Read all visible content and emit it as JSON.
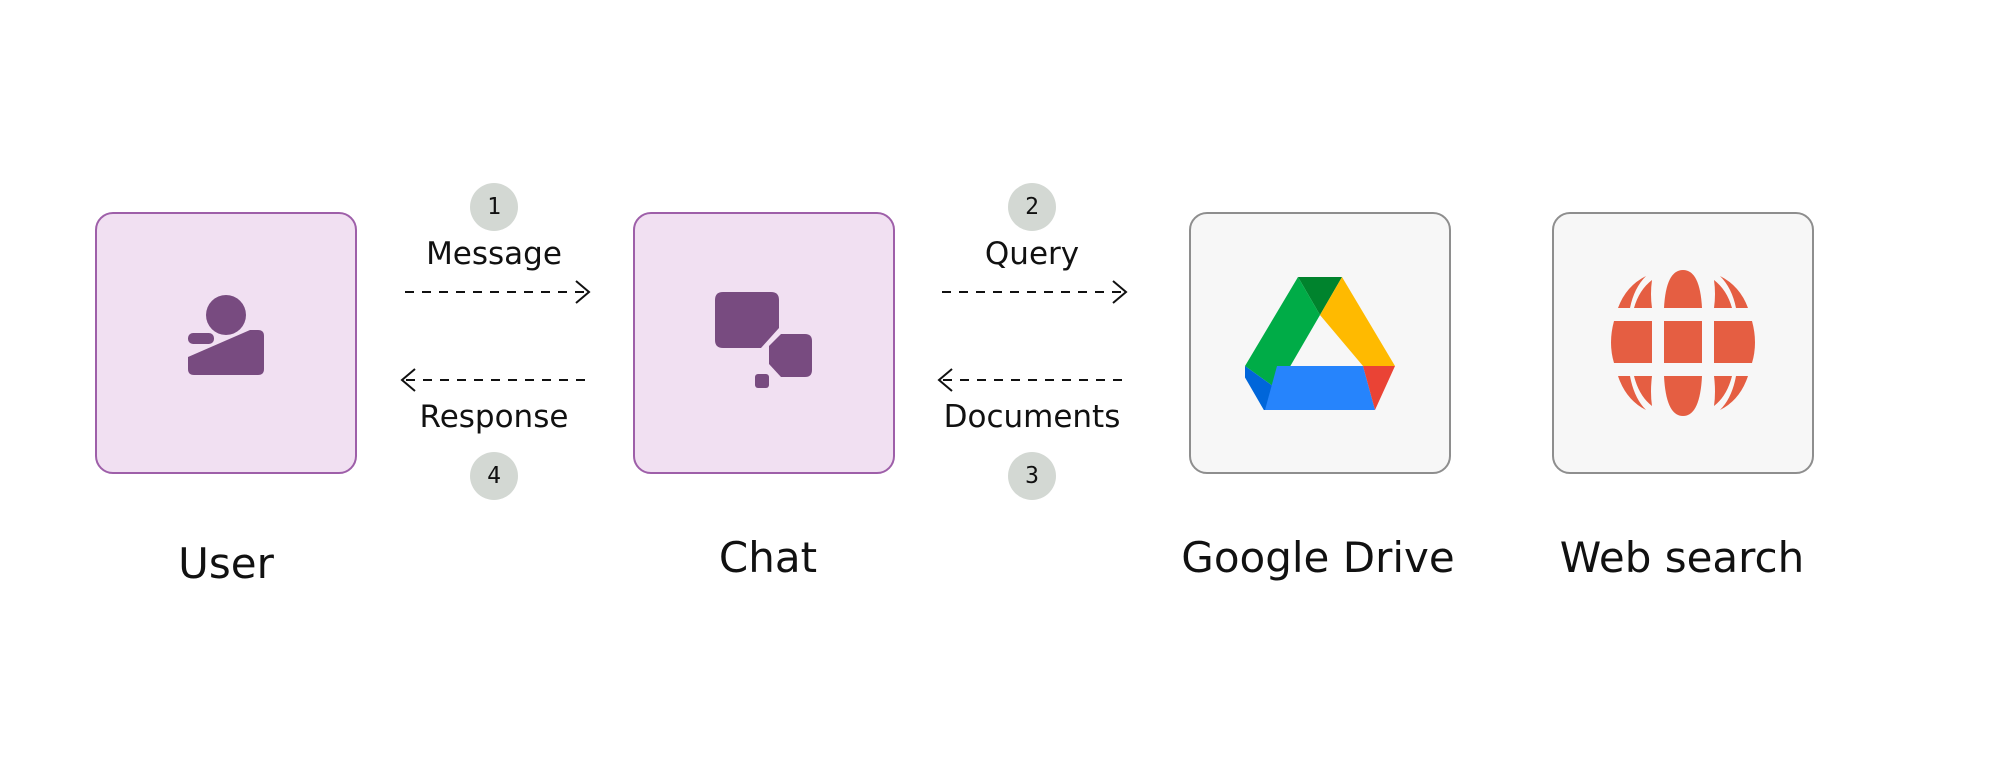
{
  "nodes": {
    "user": {
      "label": "User",
      "icon": "user-icon"
    },
    "chat": {
      "label": "Chat",
      "icon": "chat-bubbles-icon"
    },
    "drive": {
      "label": "Google Drive",
      "icon": "google-drive-icon"
    },
    "web": {
      "label": "Web search",
      "icon": "globe-icon"
    }
  },
  "edges": [
    {
      "step": "1",
      "label": "Message",
      "direction": "right"
    },
    {
      "step": "4",
      "label": "Response",
      "direction": "left"
    },
    {
      "step": "2",
      "label": "Query",
      "direction": "right"
    },
    {
      "step": "3",
      "label": "Documents",
      "direction": "left"
    }
  ],
  "colors": {
    "purple_fill": "#f1e0f2",
    "purple_border": "#9e5fa9",
    "purple_icon": "#784b80",
    "grey_fill": "#f7f7f7",
    "grey_border": "#8e8e8e",
    "step_badge": "#d3d8d3",
    "globe": "#e55e42"
  }
}
